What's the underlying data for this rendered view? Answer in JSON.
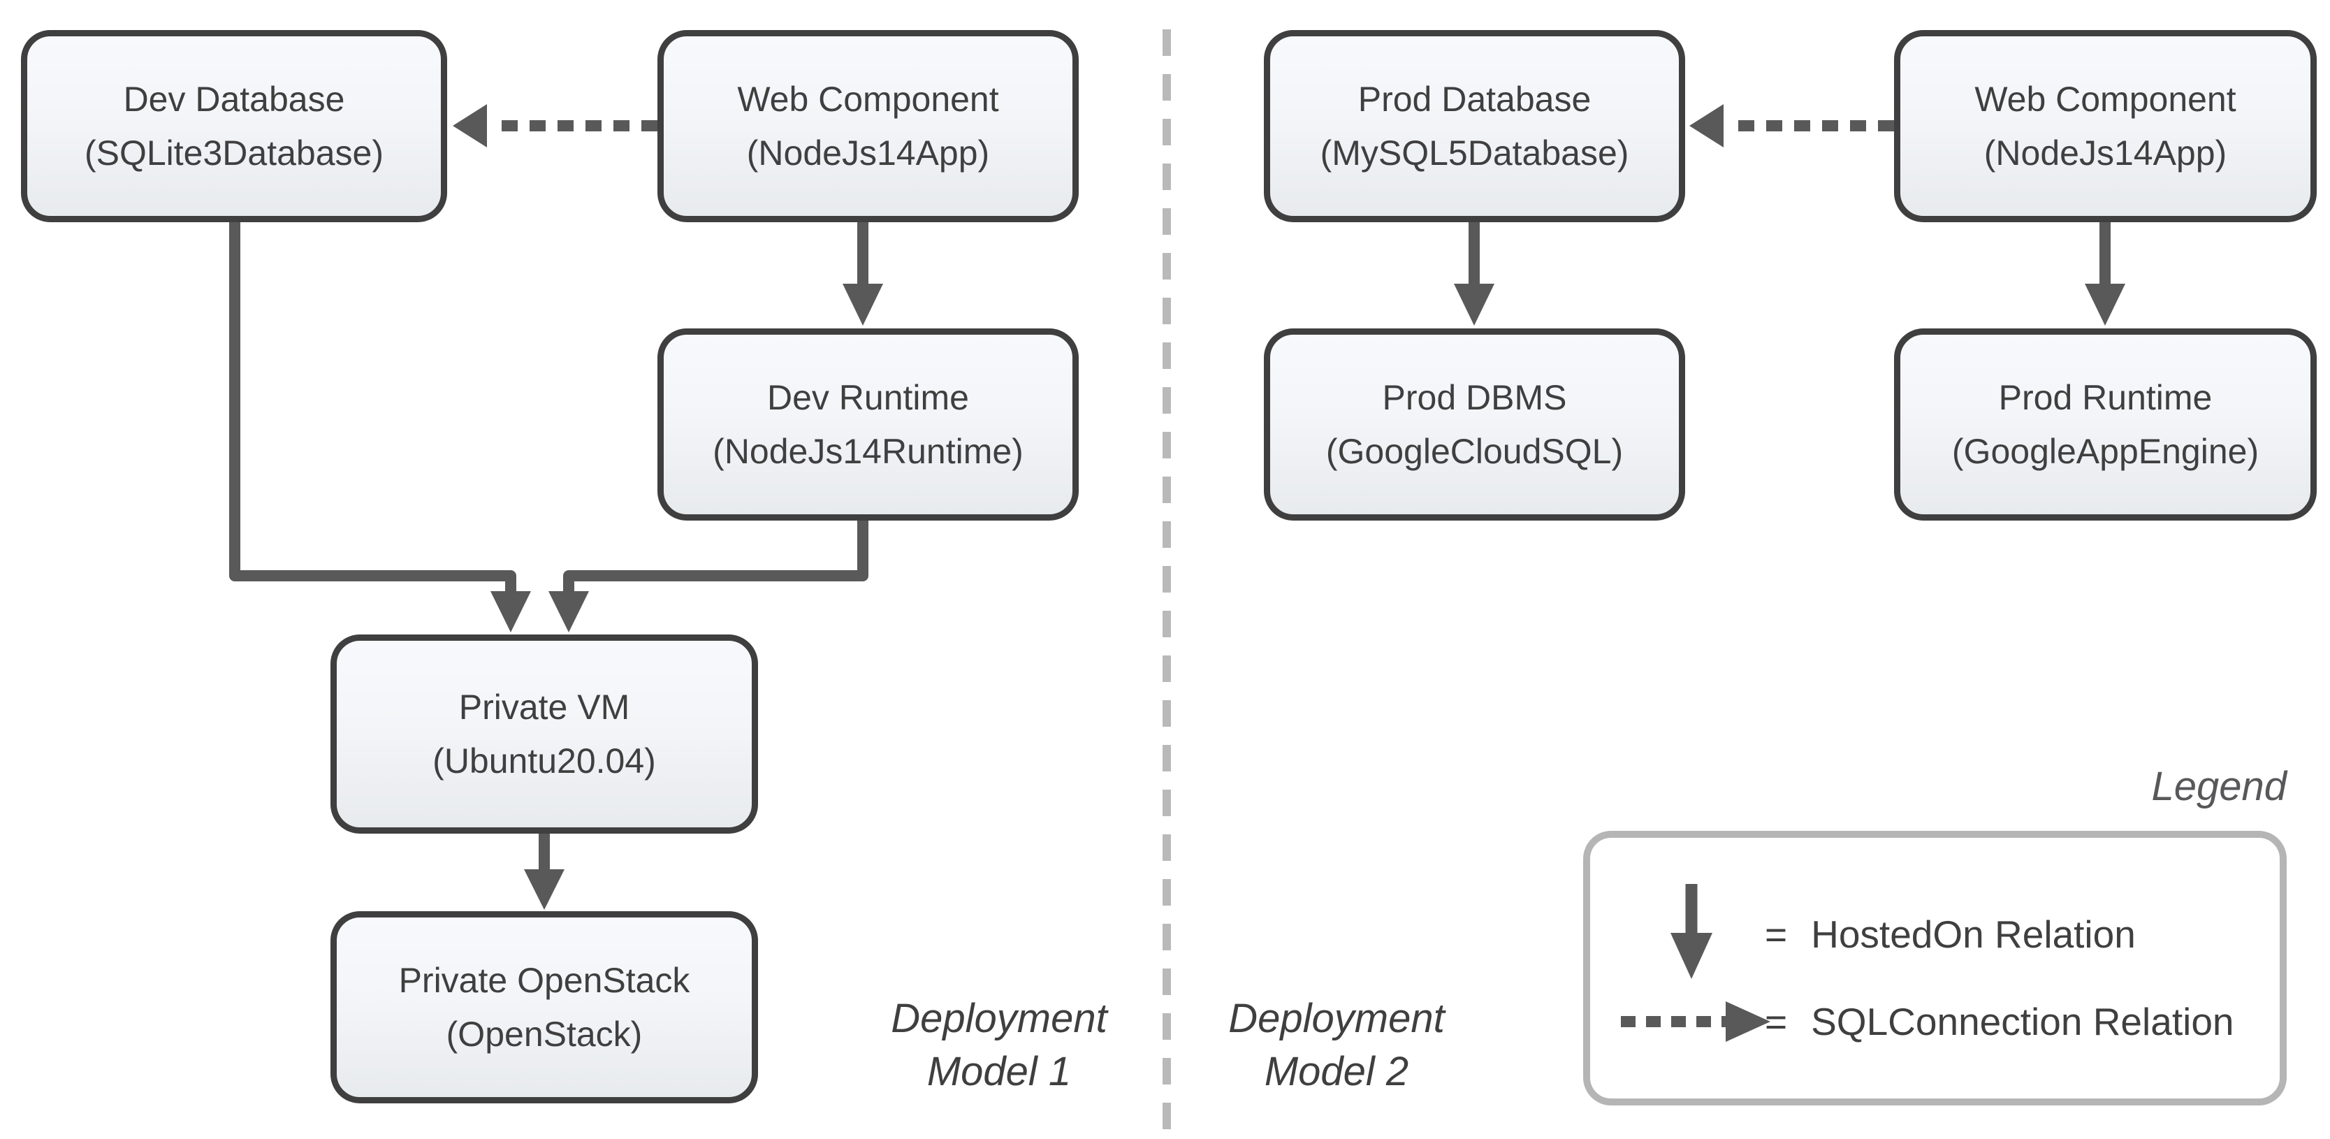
{
  "page": {
    "background": "#ffffff"
  },
  "colors": {
    "node_border": "#3f3f3f",
    "node_text": "#3f3f3f",
    "node_fill_top": "#f7f9fc",
    "node_fill_bottom": "#e8ebee",
    "arrow": "#595959",
    "divider": "#b9b9b9",
    "legend_border": "#b5b5b5",
    "legend_title_color": "#58585a"
  },
  "nodes": {
    "dev_database": {
      "title": "Dev Database",
      "subtitle": "(SQLite3Database)"
    },
    "web_component_1": {
      "title": "Web Component",
      "subtitle": "(NodeJs14App)"
    },
    "dev_runtime": {
      "title": "Dev Runtime",
      "subtitle": "(NodeJs14Runtime)"
    },
    "private_vm": {
      "title": "Private VM",
      "subtitle": "(Ubuntu20.04)"
    },
    "private_openstack": {
      "title": "Private OpenStack",
      "subtitle": "(OpenStack)"
    },
    "prod_database": {
      "title": "Prod Database",
      "subtitle": "(MySQL5Database)"
    },
    "web_component_2": {
      "title": "Web Component",
      "subtitle": "(NodeJs14App)"
    },
    "prod_dbms": {
      "title": "Prod DBMS",
      "subtitle": "(GoogleCloudSQL)"
    },
    "prod_runtime": {
      "title": "Prod Runtime",
      "subtitle": "(GoogleAppEngine)"
    }
  },
  "captions": {
    "model1": {
      "line1": "Deployment",
      "line2": "Model 1"
    },
    "model2": {
      "line1": "Deployment",
      "line2": "Model 2"
    }
  },
  "legend": {
    "title": "Legend",
    "items": [
      {
        "icon": "hostedon-arrow-icon",
        "eq": "=",
        "label": "HostedOn Relation"
      },
      {
        "icon": "sqlconnection-arrow-icon",
        "eq": "=",
        "label": "SQLConnection Relation"
      }
    ]
  },
  "relations": [
    {
      "type": "SQLConnection",
      "from": "web_component_1",
      "to": "dev_database"
    },
    {
      "type": "HostedOn",
      "from": "web_component_1",
      "to": "dev_runtime"
    },
    {
      "type": "HostedOn",
      "from": "dev_database",
      "to": "private_vm"
    },
    {
      "type": "HostedOn",
      "from": "dev_runtime",
      "to": "private_vm"
    },
    {
      "type": "HostedOn",
      "from": "private_vm",
      "to": "private_openstack"
    },
    {
      "type": "SQLConnection",
      "from": "web_component_2",
      "to": "prod_database"
    },
    {
      "type": "HostedOn",
      "from": "prod_database",
      "to": "prod_dbms"
    },
    {
      "type": "HostedOn",
      "from": "web_component_2",
      "to": "prod_runtime"
    }
  ]
}
